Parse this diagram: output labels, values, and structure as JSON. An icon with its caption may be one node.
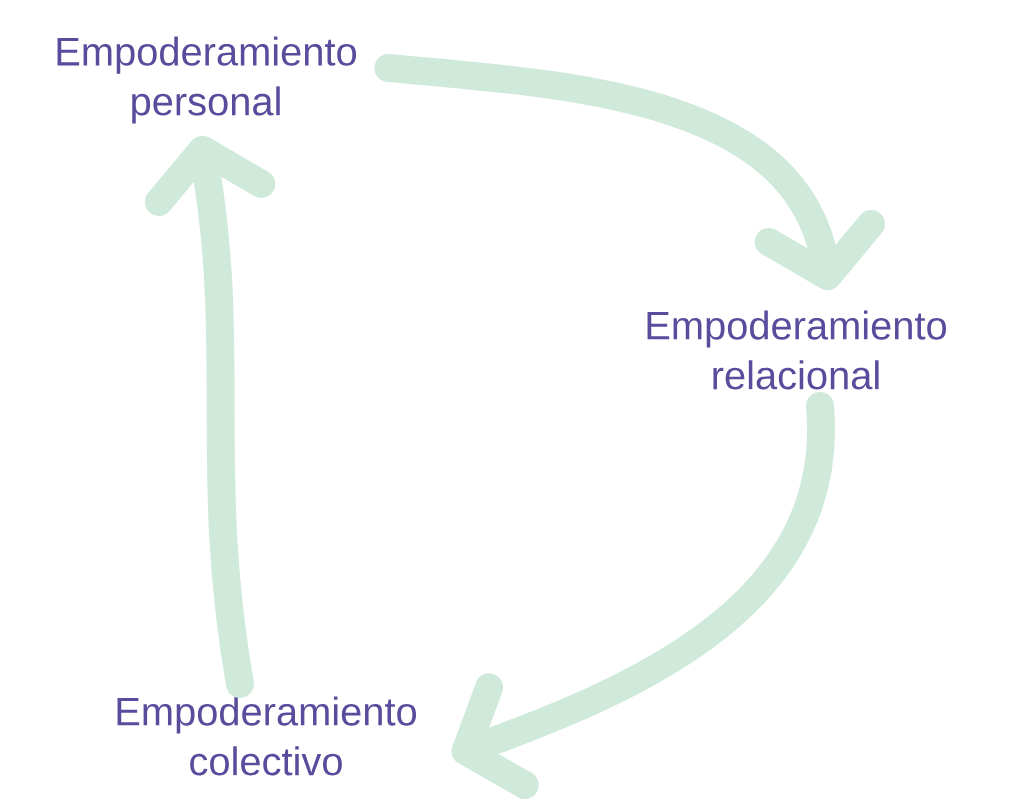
{
  "diagram": {
    "nodes": [
      {
        "text": [
          "Empoderamiento personal"
        ]
      },
      {
        "text": [
          "Empoderamiento relacional"
        ]
      },
      {
        "text": [
          "Empoderamiento colectivo"
        ]
      }
    ],
    "edges": [
      {
        "from": 0,
        "to": 1,
        "arrow": "to"
      },
      {
        "from": 1,
        "to": 2,
        "arrow": "to"
      },
      {
        "from": 2,
        "to": 0,
        "arrow": "to"
      }
    ]
  }
}
